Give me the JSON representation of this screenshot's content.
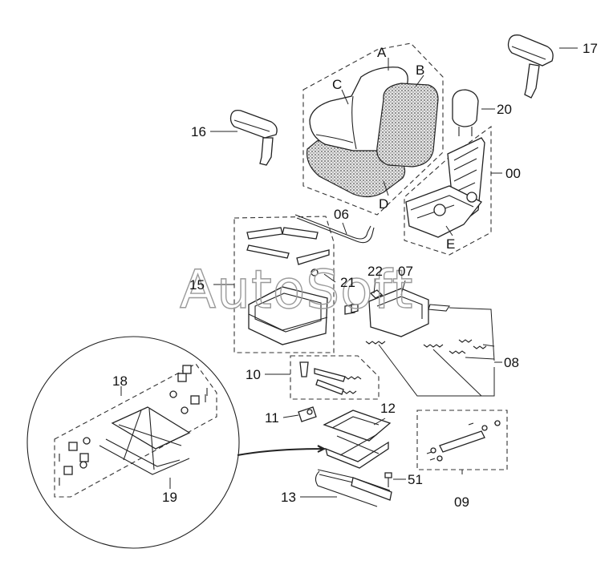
{
  "watermark": "AutoSoft",
  "labels": {
    "A": "A",
    "B": "B",
    "C": "C",
    "D": "D",
    "E": "E",
    "p00": "00",
    "p06": "06",
    "p07": "07",
    "p08": "08",
    "p09": "09",
    "p10": "10",
    "p11": "11",
    "p12": "12",
    "p13": "13",
    "p15": "15",
    "p16": "16",
    "p17": "17",
    "p18": "18",
    "p19": "19",
    "p20": "20",
    "p21": "21",
    "p22": "22",
    "p51": "51"
  }
}
